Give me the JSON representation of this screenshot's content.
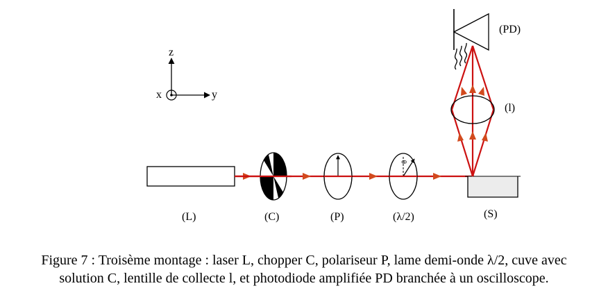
{
  "axes": {
    "z": "z",
    "x": "x",
    "y": "y"
  },
  "components": {
    "laser": "(L)",
    "chopper": "(C)",
    "polarizer": "(P)",
    "halfwave": "(λ/2)",
    "cell": "(S)",
    "lens": "(l)",
    "photodiode": "(PD)",
    "theta": "θ"
  },
  "caption": {
    "line1": "Figure 7 : Troisème montage : laser L, chopper C, polariseur P, lame demi-onde λ/2, cuve avec",
    "line2": "solution C,  lentille de collecte l, et photodiode amplifiée PD branchée à un oscilloscope."
  },
  "colors": {
    "beam": "#cc1111",
    "arrow": "#d24a1e",
    "cell_fill": "#ececec"
  }
}
